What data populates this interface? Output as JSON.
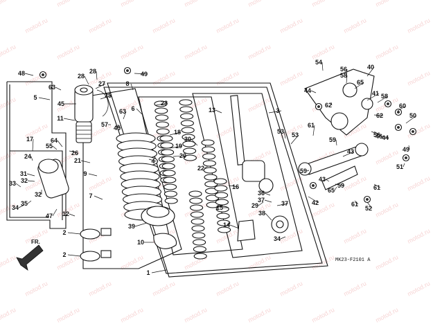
{
  "watermark": "motod.ru",
  "diagram_code": "MK23-F2101 A",
  "front_arrow": {
    "label": "FR.",
    "icon": "front-arrow-icon"
  },
  "callouts": [
    "1",
    "2",
    "2",
    "3",
    "4",
    "5",
    "6",
    "7",
    "8",
    "9",
    "10",
    "11",
    "12",
    "13",
    "14",
    "15",
    "16",
    "17",
    "18",
    "19",
    "20",
    "21",
    "22",
    "23",
    "24",
    "25",
    "26",
    "27",
    "28",
    "28",
    "29",
    "30",
    "31",
    "32",
    "32",
    "33",
    "34",
    "34",
    "35",
    "36",
    "37",
    "37",
    "38",
    "39",
    "40",
    "41",
    "42",
    "43",
    "43",
    "44",
    "44",
    "45",
    "45",
    "46",
    "47",
    "48",
    "49",
    "49",
    "50",
    "51",
    "52",
    "53",
    "53",
    "54",
    "55",
    "56",
    "56",
    "57",
    "58",
    "58",
    "59",
    "59",
    "59",
    "60",
    "61",
    "61",
    "61",
    "62",
    "62",
    "63",
    "63",
    "64",
    "65",
    "65"
  ],
  "colors": {
    "line": "#111111",
    "watermark": "#e06262"
  }
}
